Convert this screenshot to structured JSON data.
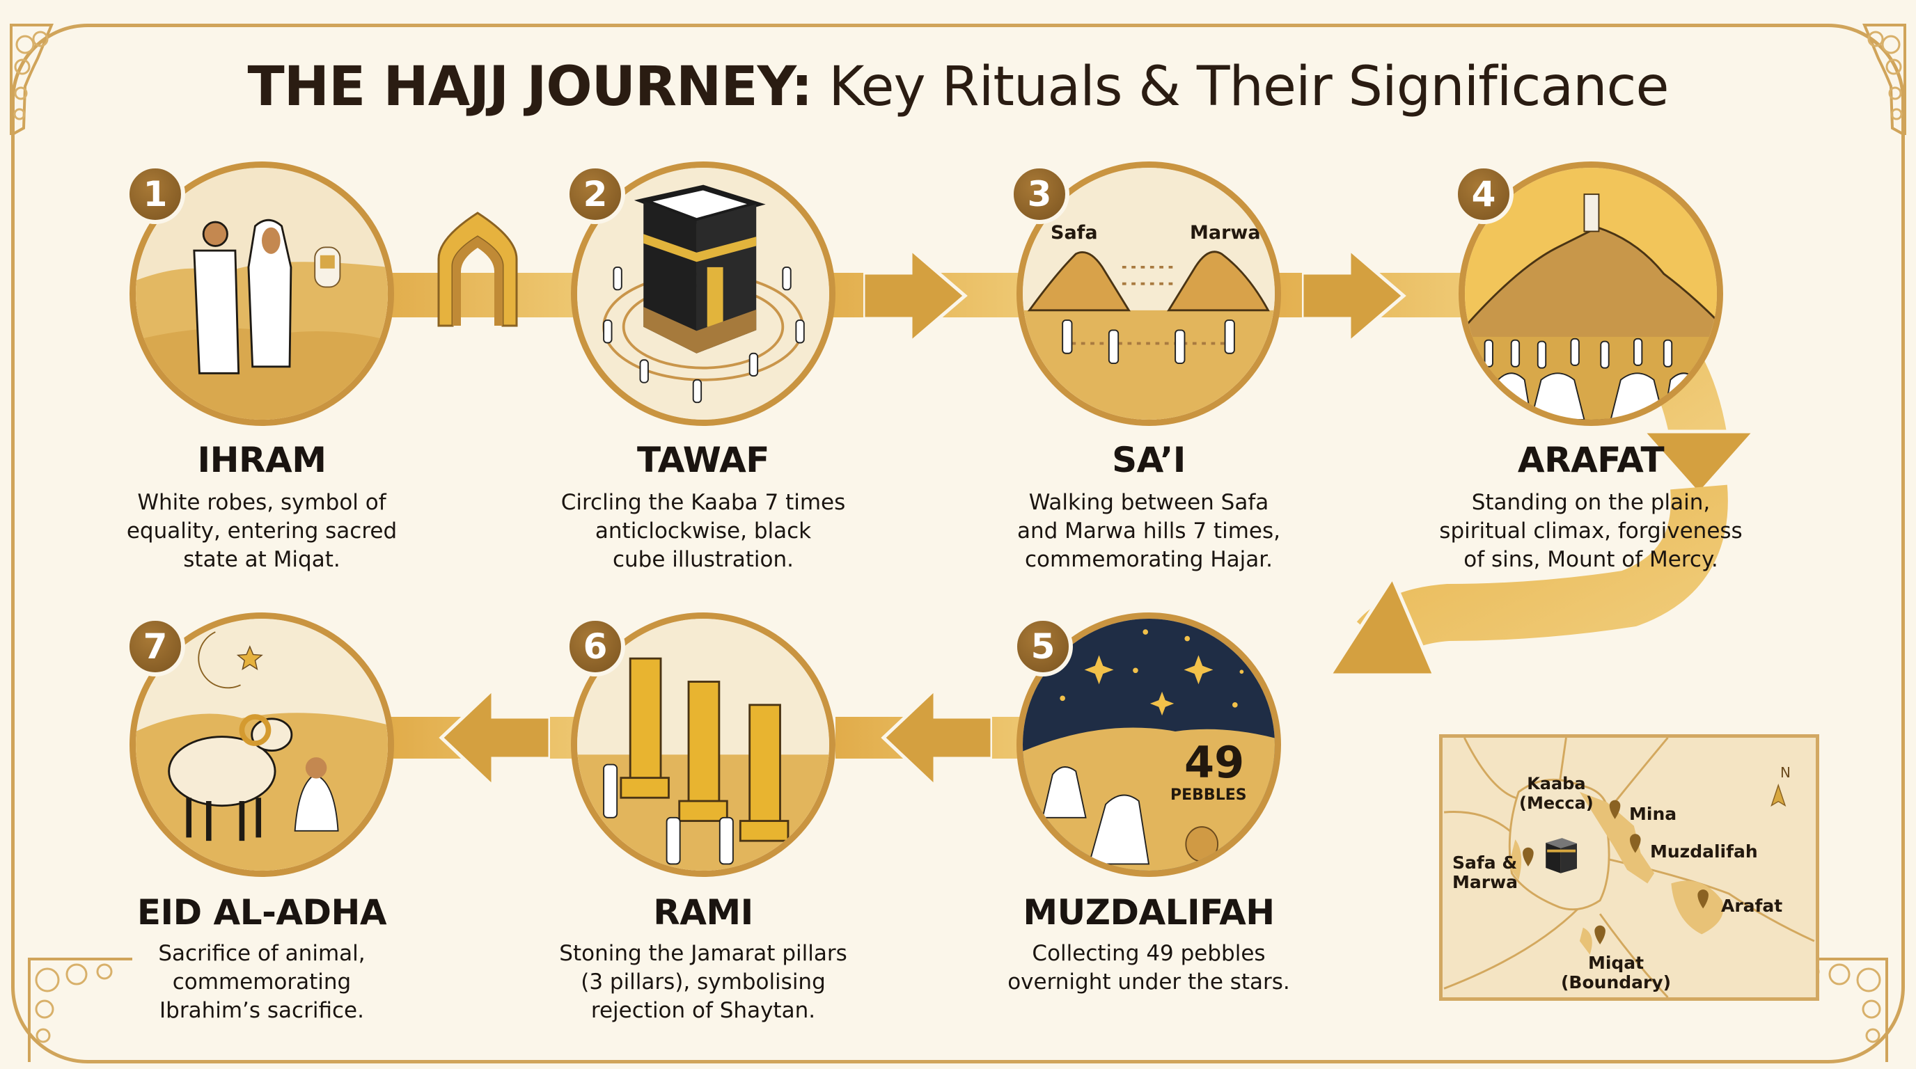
{
  "title": {
    "bold": "THE HAJJ JOURNEY:",
    "regular": " Key Rituals & Their Significance"
  },
  "colors": {
    "background": "#fbf6ea",
    "frame_gold": "#d0a45a",
    "badge_brown": "#7b5420",
    "arrow_gold": "#d9a342",
    "night_sky": "#1f2d45"
  },
  "steps": [
    {
      "number": "1",
      "title": "IHRAM",
      "description": "White robes, symbol of\nequality, entering sacred\nstate at Miqat.",
      "icon": "pilgrims-in-ihram-icon"
    },
    {
      "number": "2",
      "title": "TAWAF",
      "description": "Circling the Kaaba 7 times\nanticlockwise, black\ncube illustration.",
      "icon": "kaaba-icon"
    },
    {
      "number": "3",
      "title": "SA’I",
      "description": "Walking between Safa\nand Marwa hills 7 times,\ncommemorating Hajar.",
      "icon": "hills-walking-icon",
      "labels": {
        "left_hill": "Safa",
        "right_hill": "Marwa"
      }
    },
    {
      "number": "4",
      "title": "ARAFAT",
      "description": "Standing on the plain,\nspiritual climax, forgiveness\nof sins, Mount of Mercy.",
      "icon": "mount-of-mercy-icon"
    },
    {
      "number": "5",
      "title": "MUZDALIFAH",
      "description": "Collecting 49 pebbles\novernight under the stars.",
      "icon": "pebble-collecting-icon",
      "overlay": {
        "count": "49",
        "unit": "PEBBLES"
      }
    },
    {
      "number": "6",
      "title": "RAMI",
      "description": "Stoning the Jamarat pillars\n(3 pillars), symbolising\nrejection of Shaytan.",
      "icon": "jamarat-pillars-icon"
    },
    {
      "number": "7",
      "title": "EID AL-ADHA",
      "description": "Sacrifice of animal,\ncommemorating\nIbrahim’s sacrifice.",
      "icon": "ram-crescent-icon"
    }
  ],
  "map": {
    "north": "N",
    "locations": [
      {
        "name": "Kaaba\n(Mecca)"
      },
      {
        "name": "Mina"
      },
      {
        "name": "Muzdalifah"
      },
      {
        "name": "Safa &\nMarwa"
      },
      {
        "name": "Arafat"
      },
      {
        "name": "Miqat\n(Boundary)"
      }
    ]
  }
}
